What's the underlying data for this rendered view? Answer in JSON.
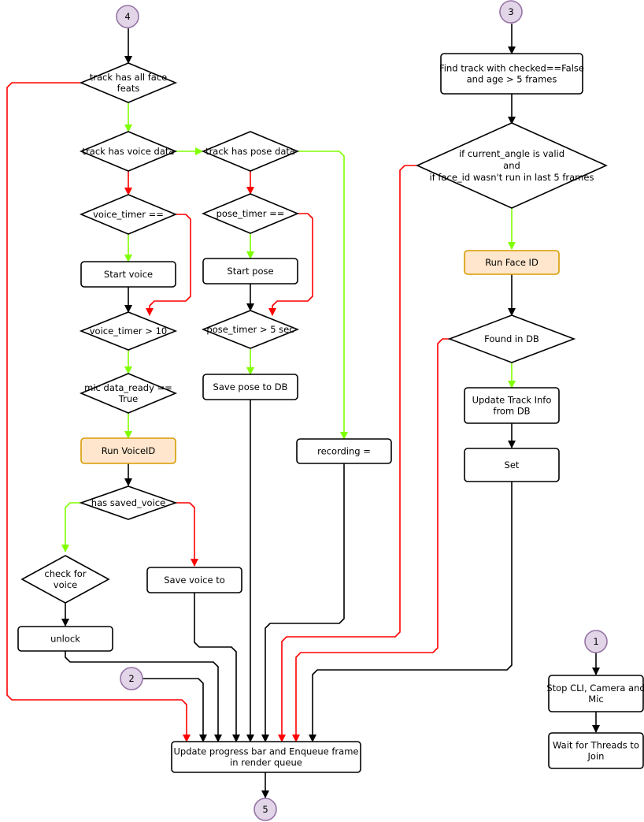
{
  "colors": {
    "default_edge": "#000000",
    "true_edge": "#80ff00",
    "false_edge": "#ff0000",
    "connector_fill": "#e1d5e7",
    "connector_stroke": "#9673a6",
    "highlight_fill": "#ffe6cc",
    "highlight_stroke": "#d79b00"
  },
  "connectors": {
    "c4": "4",
    "c3": "3",
    "c2": "2",
    "c1": "1",
    "c5": "5"
  },
  "nodes": {
    "track_face_feats": [
      "track has all face",
      "feats"
    ],
    "track_voice_data": [
      "track has voice data"
    ],
    "track_pose_data": [
      "track has pose data"
    ],
    "voice_timer_eq": [
      "voice_timer =="
    ],
    "pose_timer_eq": [
      "pose_timer =="
    ],
    "start_voice": [
      "Start voice"
    ],
    "start_pose": [
      "Start pose"
    ],
    "voice_timer_gt": [
      "voice_timer > 10"
    ],
    "pose_timer_gt": [
      "pose_timer > 5 sec"
    ],
    "mic_ready": [
      "mic data_ready ==",
      "True"
    ],
    "save_pose": [
      "Save pose to DB"
    ],
    "run_voiceid": [
      "Run VoiceID"
    ],
    "recording": [
      "recording ="
    ],
    "has_saved_voice": [
      "has saved_voice"
    ],
    "check_voice": [
      "check for",
      "voice"
    ],
    "save_voice": [
      "Save voice to"
    ],
    "unlock": [
      "unlock"
    ],
    "update_progress": [
      "Update progress bar and Enqueue frame",
      "in render queue"
    ],
    "find_track": [
      "Find track with checked==False",
      "and age > 5 frames"
    ],
    "angle_valid": [
      "if current_angle is valid",
      "and",
      "if face_id wasn't run in last 5 frames"
    ],
    "run_faceid": [
      "Run Face ID"
    ],
    "found_db": [
      "Found in DB"
    ],
    "update_track": [
      "Update Track Info",
      "from DB"
    ],
    "set": [
      "Set"
    ],
    "stop_cli": [
      "Stop CLI, Camera and",
      "Mic"
    ],
    "wait_threads": [
      "Wait for Threads to",
      "Join"
    ]
  }
}
